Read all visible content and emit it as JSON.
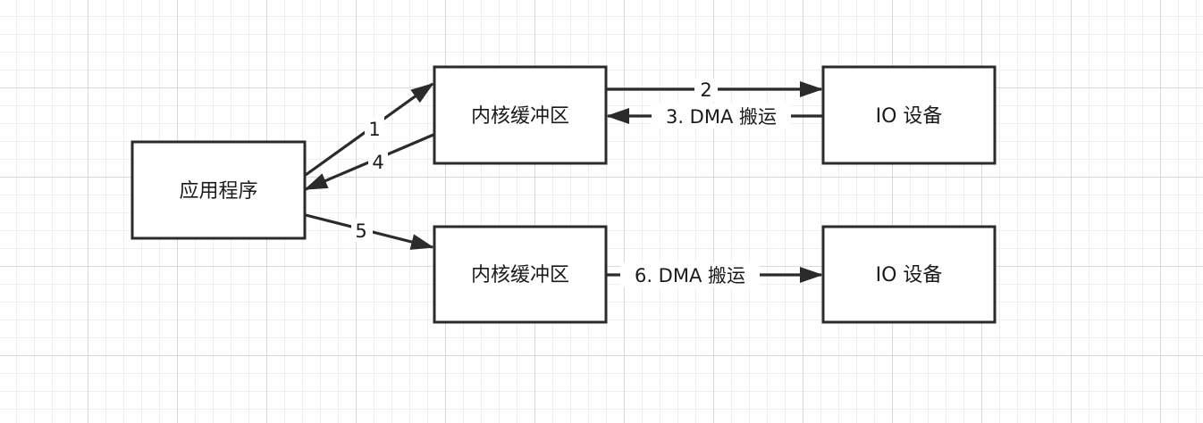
{
  "nodes": {
    "app": "应用程序",
    "kernel_buffer_top": "内核缓冲区",
    "io_device_top": "IO 设备",
    "kernel_buffer_bottom": "内核缓冲区",
    "io_device_bottom": "IO 设备"
  },
  "edges": {
    "step1": "1",
    "step2": "2",
    "step3": "3. DMA 搬运",
    "step4": "4",
    "step5": "5",
    "step6": "6. DMA 搬运"
  },
  "colors": {
    "stroke": "#2b2b2b",
    "background": "#ffffff",
    "grid": "#d8d8d8"
  }
}
